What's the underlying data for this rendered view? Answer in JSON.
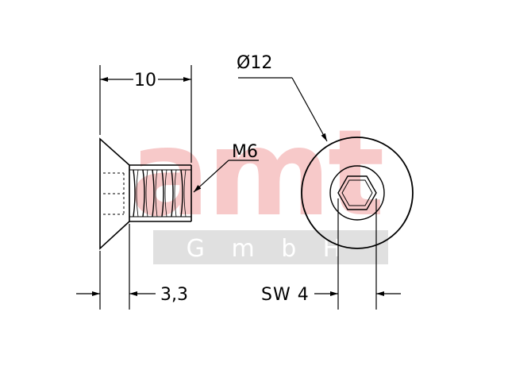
{
  "watermark": {
    "brand": "amt",
    "sub": "G m b H",
    "brand_color": "#f7c9c9",
    "band_color": "#e0e0e0"
  },
  "dimensions": {
    "length": "10",
    "thread": "M6",
    "head_height": "3,3",
    "head_diameter": "Ø12",
    "socket": "SW 4"
  }
}
